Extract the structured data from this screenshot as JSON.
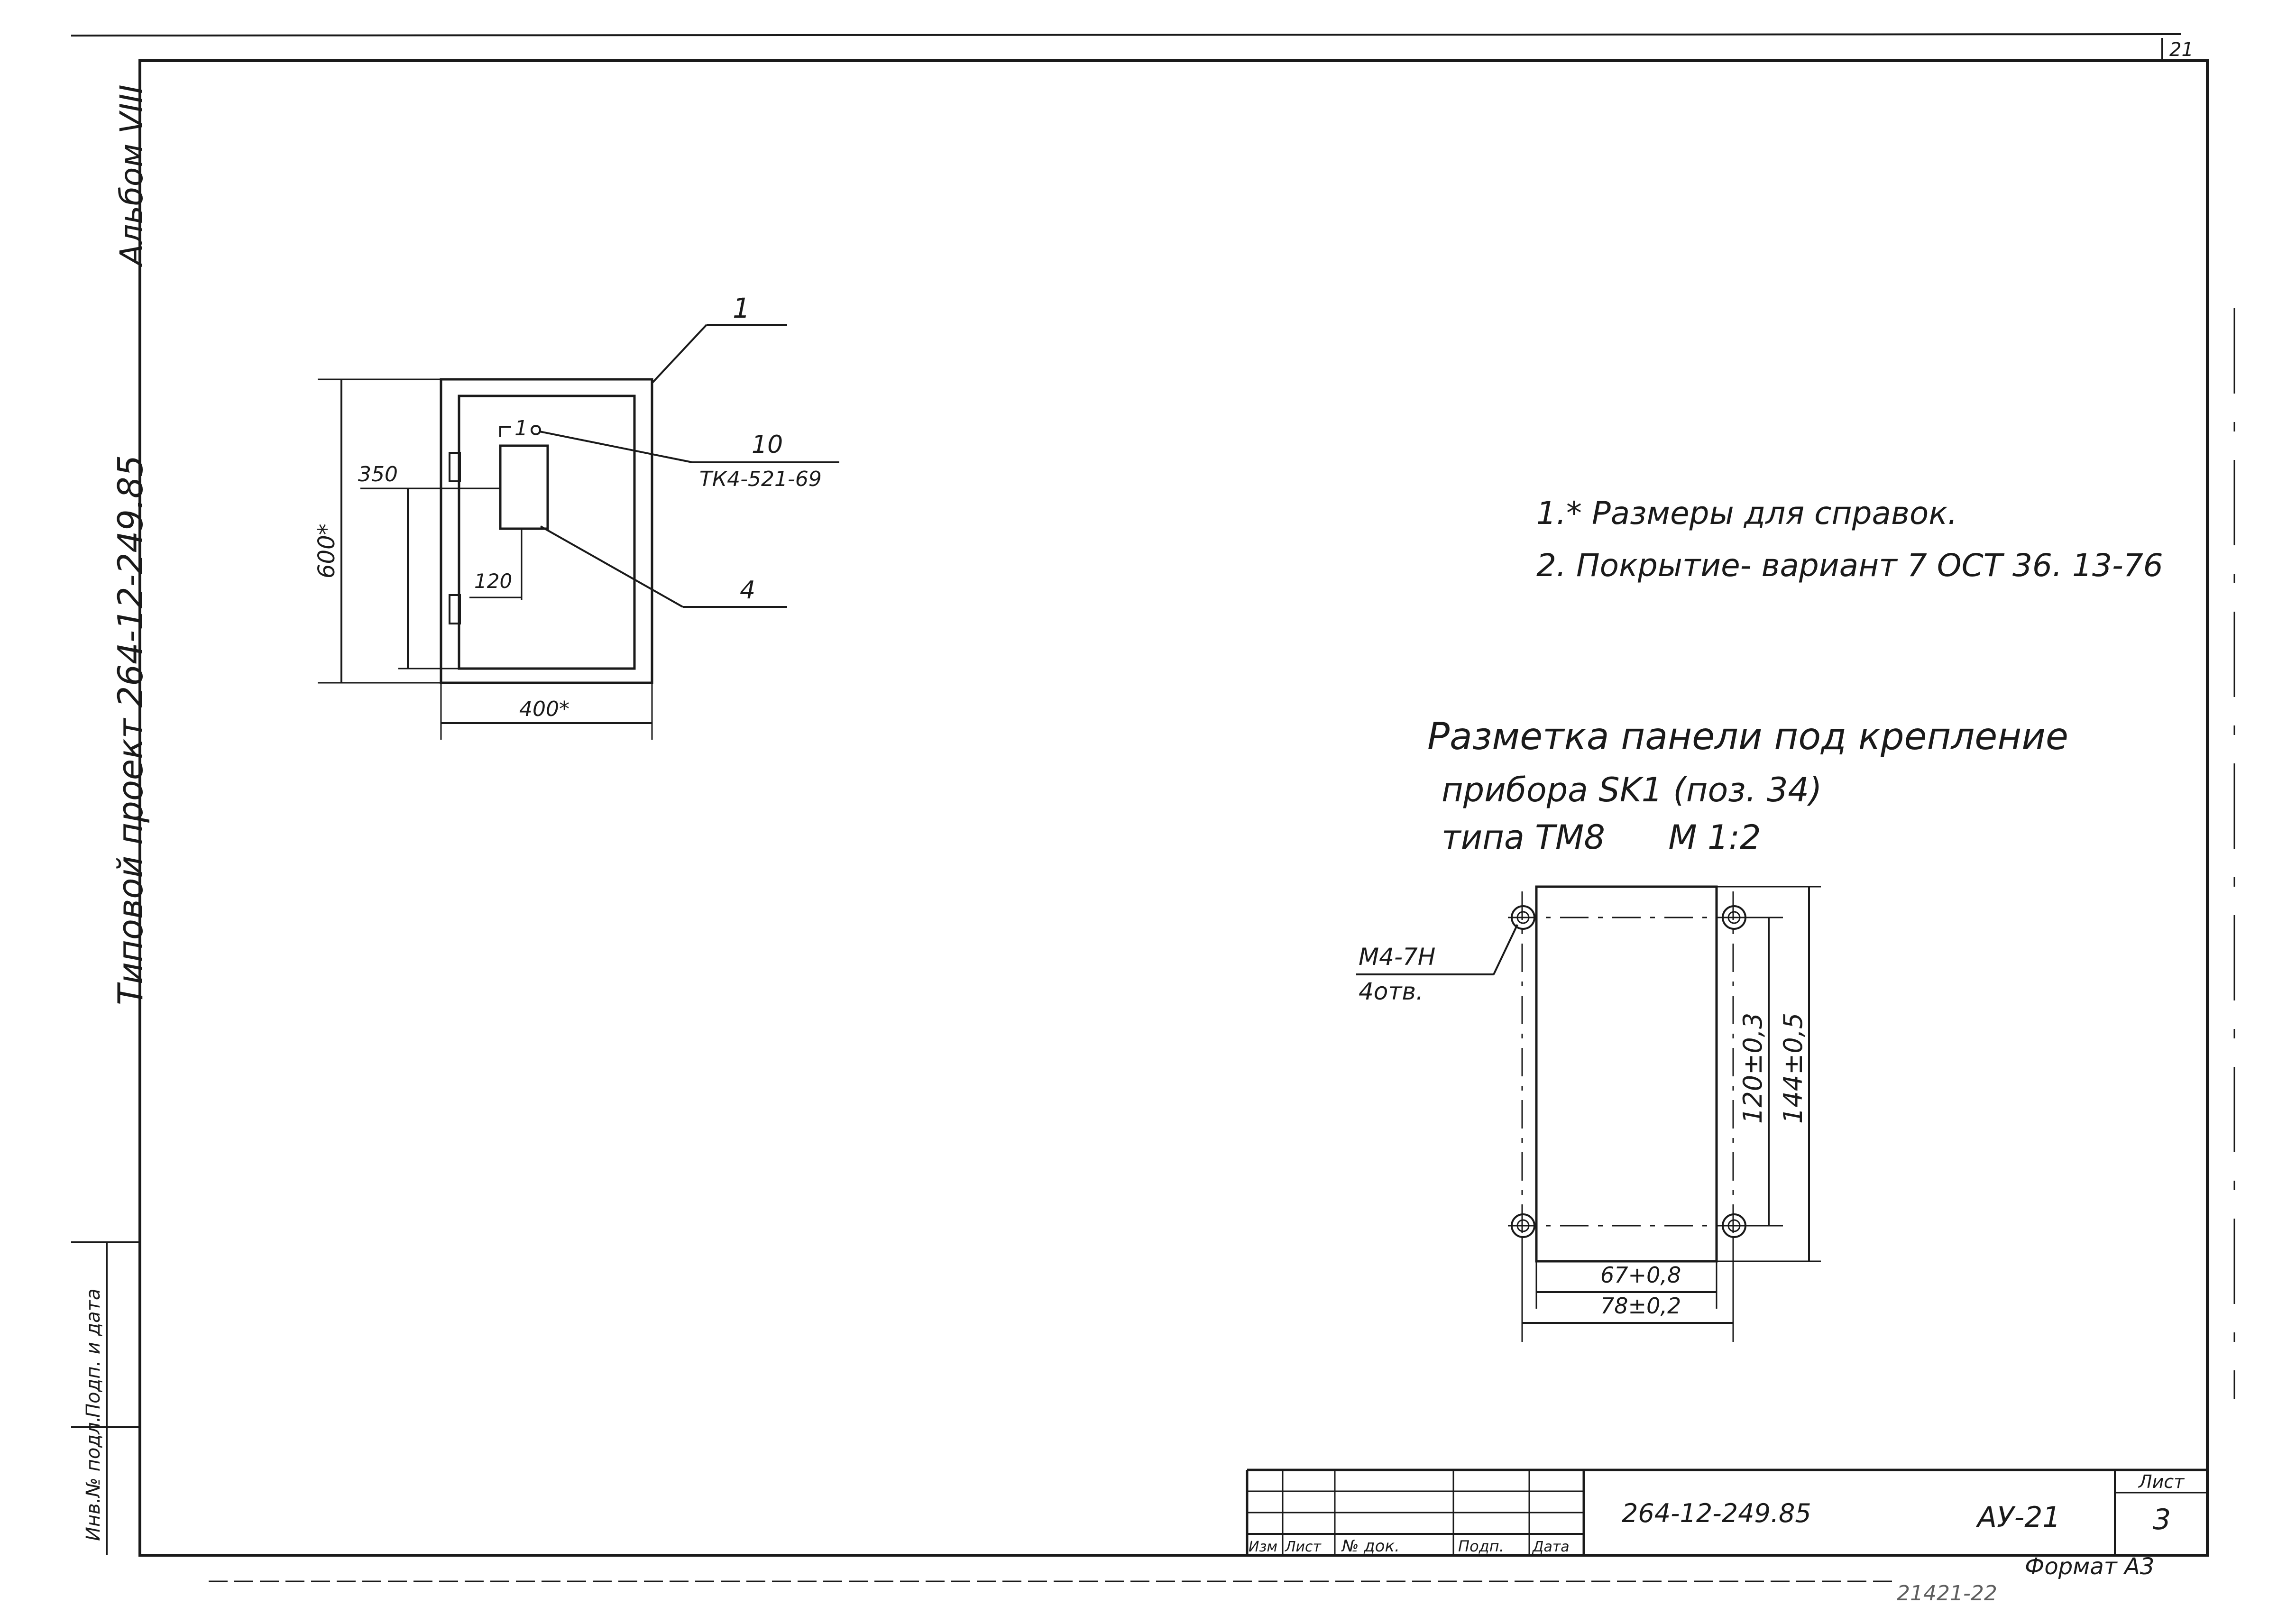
{
  "sheet_corner_number": "21",
  "side_strip": {
    "album": "Альбом VIII",
    "project": "Типовой проект 264-12-249.85",
    "sign_date": "Подп. и дата",
    "inv_no": "Инв.№ подл."
  },
  "cabinet_view": {
    "leader_1": "1",
    "leader_10": "10",
    "standard": "ТК4-521-69",
    "leader_4": "4",
    "part_1": "1",
    "dim_height": "600*",
    "dim_width": "400*",
    "dim_350": "350",
    "dim_120": "120"
  },
  "notes": [
    "1.* Размеры для справок.",
    "2. Покрытие- вариант 7 ОСТ 36. 13-76"
  ],
  "panel_marking": {
    "title_line1": "Разметка панели под крепление",
    "title_line2": "прибора SK1 (поз. 34)",
    "title_line3": "типа ТМ8      М 1:2",
    "hole_label": "М4-7Н",
    "hole_count": "4отв.",
    "dim_120": "120±0,3",
    "dim_144": "144±0,5",
    "dim_67": "67+0,8",
    "dim_78": "78±0,2"
  },
  "title_block": {
    "col_izm": "Изм",
    "col_list": "Лист",
    "col_doc": "№ док.",
    "col_sign": "Подп.",
    "col_date": "Дата",
    "doc_code": "264-12-249.85",
    "mark": "АУ-21",
    "sheet_label": "Лист",
    "sheet_no": "3"
  },
  "format": "Формат А3",
  "bottom_stamp": "21421-22"
}
